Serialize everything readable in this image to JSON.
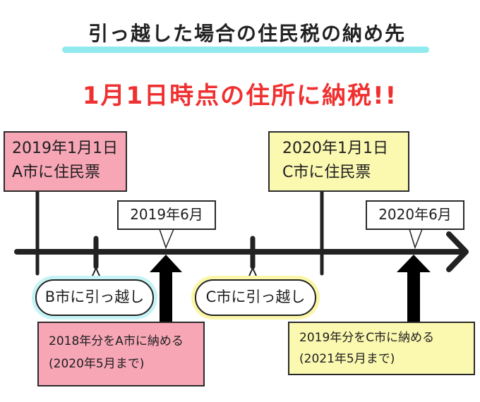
{
  "title": "引っ越した場合の住民税の納め先",
  "subtitle": "1月1日時点の住所に納税!!",
  "colors": {
    "title_underline": "#7ee6ea",
    "subtitle": "#f03030",
    "pink_box": "#f7a6b6",
    "yellow_box": "#fbf8b0",
    "b_bubble_glow": "#c6f4f6",
    "c_bubble_glow": "#fbf6a8"
  },
  "residence_events": [
    {
      "date": "2019年1月1日",
      "text": "A市に住民票"
    },
    {
      "date": "2020年1月1日",
      "text": "C市に住民票"
    }
  ],
  "payment_points": [
    {
      "label": "2019年6月",
      "line1": "2018年分をA市に納める",
      "line2": "(2020年5月まで)"
    },
    {
      "label": "2020年6月",
      "line1": "2019年分をC市に納める",
      "line2": "(2021年5月まで)"
    }
  ],
  "moves": [
    {
      "text": "B市に引っ越し"
    },
    {
      "text": "C市に引っ越し"
    }
  ]
}
